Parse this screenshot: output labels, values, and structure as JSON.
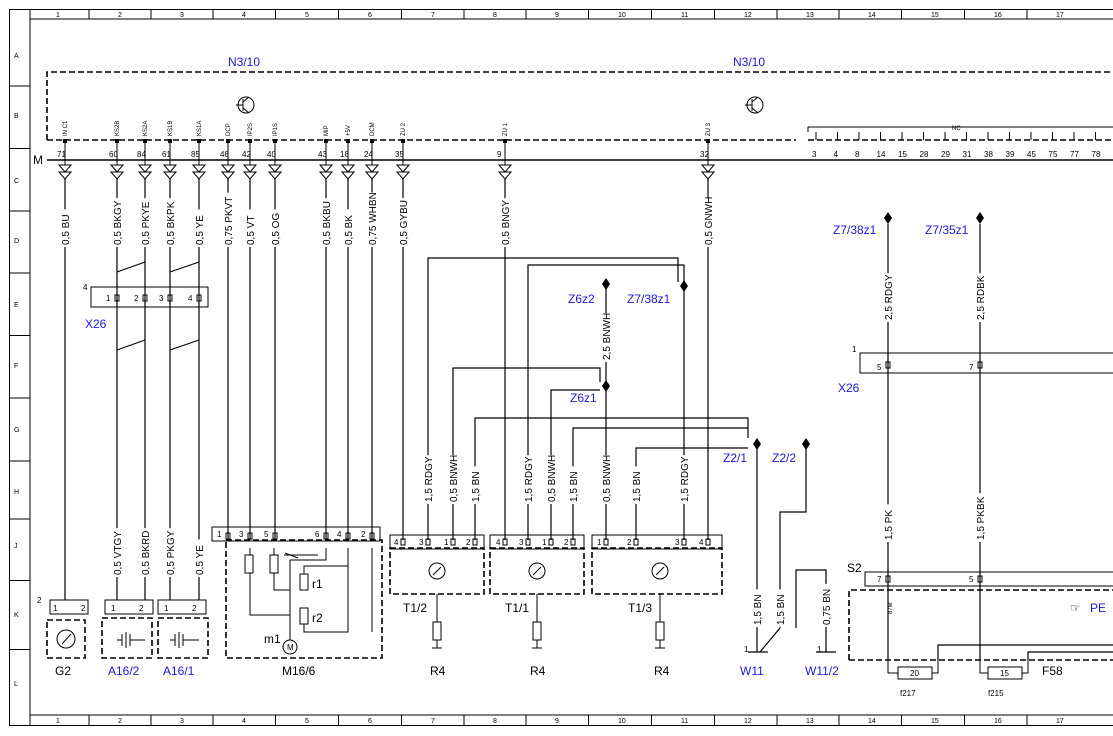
{
  "grid": {
    "columns": [
      "1",
      "2",
      "3",
      "4",
      "5",
      "6",
      "7",
      "8",
      "9",
      "10",
      "11",
      "12",
      "13",
      "14",
      "15",
      "16",
      "17"
    ],
    "rows": [
      "A",
      "B",
      "C",
      "D",
      "E",
      "F",
      "G",
      "H",
      "J",
      "K",
      "L"
    ]
  },
  "components": {
    "n3_10_left": "N3/10",
    "n3_10_right": "N3/10",
    "connector_m": "M",
    "x26_left": "X26",
    "x26_left_count": "4",
    "x26_right": "X26",
    "x26_right_count": "1",
    "z6z2": "Z6z2",
    "z7_38z1_mid": "Z7/38z1",
    "z6z1": "Z6z1",
    "z2_1": "Z2/1",
    "z2_2": "Z2/2",
    "z7_38z1_right": "Z7/38z1",
    "z7_35z1": "Z7/35z1",
    "g2": "G2",
    "g2_count": "2",
    "a16_2": "A16/2",
    "a16_1": "A16/1",
    "m16_6": "M16/6",
    "m1": "m1",
    "r1": "r1",
    "r2": "r2",
    "motor_symbol": "M",
    "t1_2": "T1/2",
    "t1_1": "T1/1",
    "t1_3": "T1/3",
    "r4_a": "R4",
    "r4_b": "R4",
    "r4_c": "R4",
    "w11": "W11",
    "w11_count": "1",
    "w11_2": "W11/2",
    "w11_2_count": "1",
    "s2": "S2",
    "f58": "F58",
    "f217": "f217",
    "f215": "f215",
    "fuse_20": "20",
    "fuse_15": "15",
    "pe_ref": "PE",
    "nc_label": "NC",
    "pin_87m": "87M"
  },
  "n3_10_pins": [
    {
      "label": "IN C1",
      "num": "71"
    },
    {
      "label": "KS2B",
      "num": "60"
    },
    {
      "label": "KS2A",
      "num": "84"
    },
    {
      "label": "KS1B",
      "num": "61"
    },
    {
      "label": "KS1A",
      "num": "85"
    },
    {
      "label": "DCP",
      "num": "48"
    },
    {
      "label": "IP2S",
      "num": "42"
    },
    {
      "label": "IP1S",
      "num": "40"
    },
    {
      "label": "MIP",
      "num": "43"
    },
    {
      "label": "+5V",
      "num": "18"
    },
    {
      "label": "DCM",
      "num": "24"
    },
    {
      "label": "ZU 2",
      "num": "35"
    },
    {
      "label": "ZU 1",
      "num": "9"
    },
    {
      "label": "ZU 3",
      "num": "32"
    }
  ],
  "nc_pins": [
    "3",
    "4",
    "8",
    "14",
    "15",
    "28",
    "29",
    "31",
    "38",
    "39",
    "45",
    "75",
    "77",
    "78"
  ],
  "wires_top": [
    "0,5 BU",
    "0,5 BKGY",
    "0,5 PKYE",
    "0,5 BKPK",
    "0,5 YE",
    "0,75 PKVT",
    "0,5 VT",
    "0,5 OG",
    "0,5 BKBU",
    "0,5 BK",
    "0,75 WHBN",
    "0,5 GYBU",
    "0,5 BNGY",
    "0,5 GNWH"
  ],
  "wires_bottom": [
    "0,5 VTGY",
    "0,5 BKRD",
    "0,5 PKGY",
    "0,5 YE",
    "1,5 RDGY",
    "0,5 BNWH",
    "1,5 BN",
    "1,5 RDGY",
    "0,5 BNWH",
    "1,5 BN",
    "0,5 BNWH",
    "1,5 BN",
    "1,5 RDGY",
    "1,5 BN",
    "1,5 BN",
    "0,75 BN"
  ],
  "wires_right": [
    "2,5 BNWH",
    "2,5 RDGY",
    "2,5 RDBK",
    "1,5 PK",
    "1,5 PKBK"
  ],
  "x26_left_pins": [
    "1",
    "2",
    "3",
    "4"
  ],
  "x26_right_pins": [
    "5",
    "7"
  ],
  "s2_pins": [
    "7",
    "5"
  ],
  "m16_pins": [
    "1",
    "3",
    "5",
    "6",
    "4",
    "2"
  ],
  "t1_2_pins": [
    "4",
    "3",
    "1",
    "2"
  ],
  "t1_1_pins": [
    "4",
    "3",
    "1",
    "2"
  ],
  "t1_3_pins": [
    "1",
    "2",
    "3",
    "4"
  ],
  "g2_pins": [
    "1",
    "2"
  ],
  "a16_2_pins": [
    "1",
    "2"
  ],
  "a16_1_pins": [
    "1",
    "2"
  ]
}
